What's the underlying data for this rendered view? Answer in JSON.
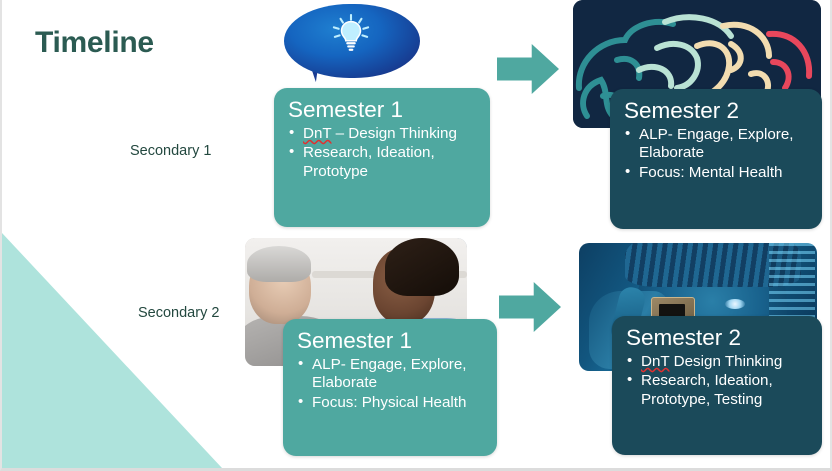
{
  "slide": {
    "title": "Timeline",
    "title_color": "#2b5b52",
    "background": "#ffffff"
  },
  "theme": {
    "teal": "#4fa8a0",
    "navy": "#1b4a5a",
    "mint": "#aee3dc",
    "arrow": "#4fa8a0",
    "spellcheck": "#e03030"
  },
  "rows": [
    {
      "label": "Secondary 1"
    },
    {
      "label": "Secondary 2"
    }
  ],
  "cards": [
    {
      "id": "sec1-sem1",
      "title": "Semester 1",
      "style": "teal",
      "bullets": [
        {
          "spell_flag": "DnT",
          "text": " – Design Thinking"
        },
        {
          "spell_flag": "",
          "text": "Research, Ideation, Prototype"
        }
      ]
    },
    {
      "id": "sec1-sem2",
      "title": "Semester 2",
      "style": "navy",
      "bullets": [
        {
          "spell_flag": "",
          "text": "ALP- Engage, Explore, Elaborate"
        },
        {
          "spell_flag": "",
          "text": "Focus: Mental Health"
        }
      ]
    },
    {
      "id": "sec2-sem1",
      "title": "Semester 1",
      "style": "teal",
      "bullets": [
        {
          "spell_flag": "",
          "text": "ALP- Engage, Explore, Elaborate"
        },
        {
          "spell_flag": "",
          "text": "Focus: Physical Health"
        }
      ]
    },
    {
      "id": "sec2-sem2",
      "title": "Semester 2",
      "style": "navy",
      "bullets": [
        {
          "spell_flag": "DnT",
          "text": " Design Thinking"
        },
        {
          "spell_flag": "",
          "text": "Research, Ideation, Prototype, Testing"
        }
      ]
    }
  ],
  "images": [
    {
      "id": "bubble",
      "name": "lightbulb-speech-bubble-image"
    },
    {
      "id": "brain",
      "name": "brain-illustration-image"
    },
    {
      "id": "therapy",
      "name": "physical-therapy-photo"
    },
    {
      "id": "chip",
      "name": "microchip-technician-photo"
    }
  ],
  "arrows": [
    {
      "id": "arrow-row-1"
    },
    {
      "id": "arrow-row-2"
    }
  ]
}
